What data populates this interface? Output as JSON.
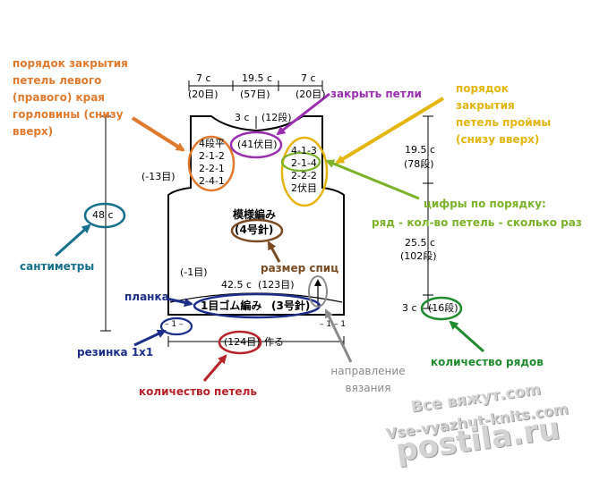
{
  "top_widths": {
    "left": {
      "cm": "7 c",
      "stitches": "(20目)"
    },
    "center": {
      "cm": "19.5 c",
      "stitches": "(57目)"
    },
    "right": {
      "cm": "7 c",
      "stitches": "(20目)"
    }
  },
  "neck": {
    "depth": "3 c",
    "rows": "(12段)",
    "bindoff": "(41伏目)",
    "left_sequence": [
      "4段平",
      "2-1-2",
      "2-2-1",
      "2-4-1"
    ]
  },
  "armhole": {
    "sequence": [
      "4-1-3",
      "2-1-4",
      "2-2-2",
      "2伏目"
    ],
    "height": "19.5 c",
    "rows": "(78段)"
  },
  "side_decrease": "(-13目)",
  "pattern_name": "模様編み",
  "needle_main": "(4号針)",
  "body_height": "48 c",
  "lower": {
    "decrease": "(-1目)",
    "width": "42.5 c",
    "stitches": "(123目)"
  },
  "ribbing": {
    "label": "1目ゴム編み",
    "needle": "(3号針)"
  },
  "ribbing_pattern_left": "– 1 –",
  "ribbing_pattern_right": "– 1 – 1",
  "cast_on": {
    "count": "(124目)",
    "action": "作る"
  },
  "body_length": {
    "cm": "25.5 c",
    "rows": "(102段)"
  },
  "rib_height": {
    "cm": "3 c",
    "rows": "(16段)"
  },
  "annotations": {
    "neck_order": "порядок закрытия петель левого (правого) края горловины (снизу вверх)",
    "bind_off": "закрыть петли",
    "armhole_order": "порядок закрытия петель проймы (снизу вверх)",
    "digits_order": "цифры по порядку:",
    "digits_order_detail": "ряд - кол-во петель - сколько раз",
    "centimeters": "сантиметры",
    "needle_size": "размер спиц",
    "band": "планка",
    "rib": "резинка 1х1",
    "row_count": "количество рядов",
    "stitch_count": "количество петель",
    "direction": "направление вязания"
  },
  "watermark": {
    "line1": "Все вяжут.com",
    "line2": "Vse-vyazhut-knits.com",
    "line3": "postila.ru"
  },
  "colors": {
    "orange": "#e07a2e",
    "yellow": "#e3b50d",
    "purple": "#9a2fb0",
    "brown": "#7a4a22",
    "teal": "#166f8c",
    "green": "#7bb22a",
    "dark_green": "#1f8a2e",
    "navy": "#1c2d8a",
    "red": "#b8232b",
    "gray": "#8a8a8a"
  }
}
